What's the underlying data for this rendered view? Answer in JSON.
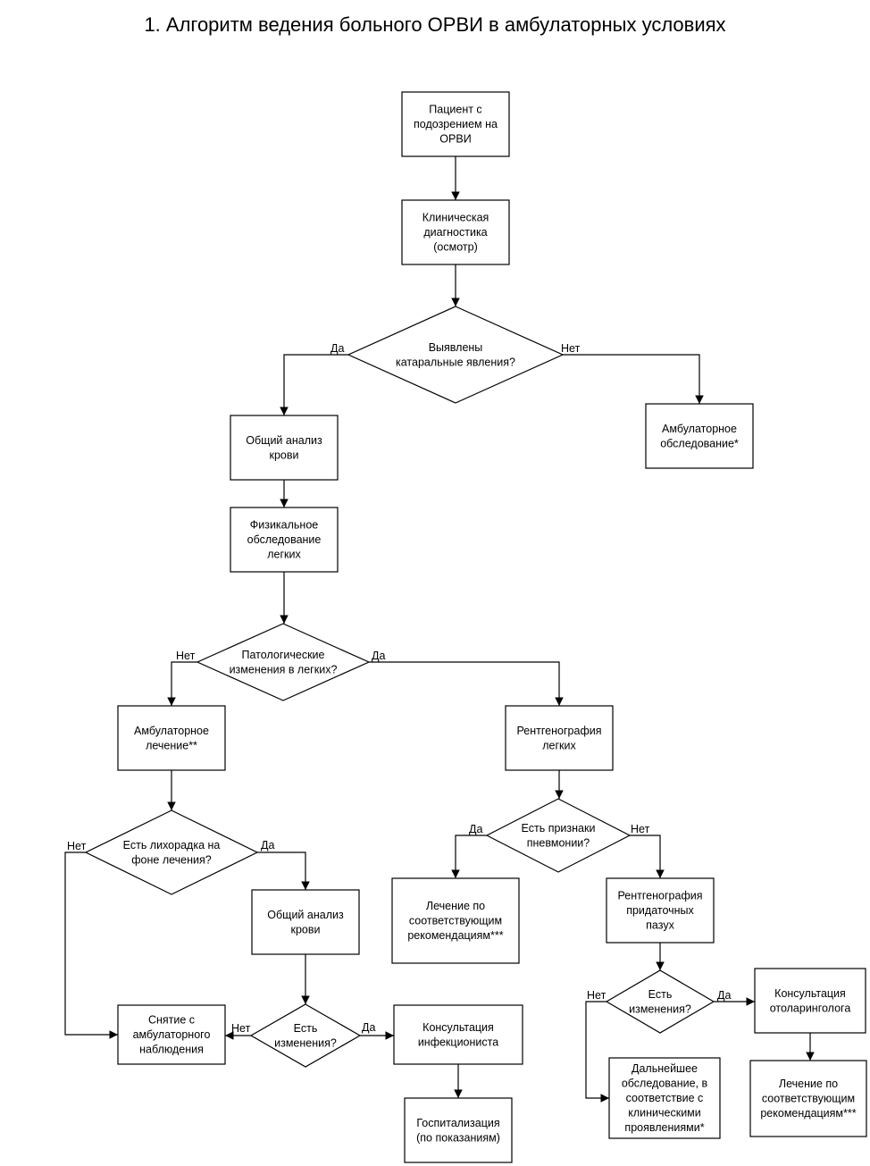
{
  "title": "1. Алгоритм ведения больного ОРВИ в амбулаторных условиях",
  "nodes": {
    "patient": [
      "Пациент с",
      "подозрением на",
      "ОРВИ"
    ],
    "clinical_diag": [
      "Клиническая",
      "диагностика",
      "(осмотр)"
    ],
    "catarrhal_q": [
      "Выявлены",
      "катаральные явления?"
    ],
    "outpatient_exam": [
      "Амбулаторное",
      "обследование*"
    ],
    "blood_test_1": [
      "Общий анализ",
      "крови"
    ],
    "physical_exam": [
      "Физикальное",
      "обследование",
      "легких"
    ],
    "lung_changes_q": [
      "Патологические",
      "изменения в легких?"
    ],
    "outpatient_treatment": [
      "Амбулаторное",
      "лечение**"
    ],
    "xray_lungs": [
      "Рентгенография",
      "легких"
    ],
    "fever_q": [
      "Есть лихорадка на",
      "фоне лечения?"
    ],
    "pneumonia_q": [
      "Есть признаки",
      "пневмонии?"
    ],
    "blood_test_2": [
      "Общий анализ",
      "крови"
    ],
    "treatment_recs_1": [
      "Лечение по",
      "соответствующим",
      "рекомендациям***"
    ],
    "xray_sinuses": [
      "Рентгенография",
      "придаточных",
      "пазух"
    ],
    "discharge": [
      "Снятие с",
      "амбулаторного",
      "наблюдения"
    ],
    "changes_q_1": [
      "Есть",
      "изменения?"
    ],
    "infectionist": [
      "Консультация",
      "инфекциониста"
    ],
    "changes_q_2": [
      "Есть",
      "изменения?"
    ],
    "ent_consult": [
      "Консультация",
      "отоларинголога"
    ],
    "hospitalization": [
      "Госпитализация",
      "(по показаниям)"
    ],
    "further_exam": [
      "Дальнейшее",
      "обследование, в",
      "соответствие с",
      "клиническими",
      "проявлениями*"
    ],
    "treatment_recs_2": [
      "Лечение по",
      "соответствующим",
      "рекомендациям***"
    ]
  },
  "edge_labels": {
    "catarrhal_yes": "Да",
    "catarrhal_no": "Нет",
    "lung_no": "Нет",
    "lung_yes": "Да",
    "fever_no": "Нет",
    "fever_yes": "Да",
    "pneumonia_yes": "Да",
    "pneumonia_no": "Нет",
    "changes1_no": "Нет",
    "changes1_yes": "Да",
    "changes2_no": "Нет",
    "changes2_yes": "Да"
  }
}
